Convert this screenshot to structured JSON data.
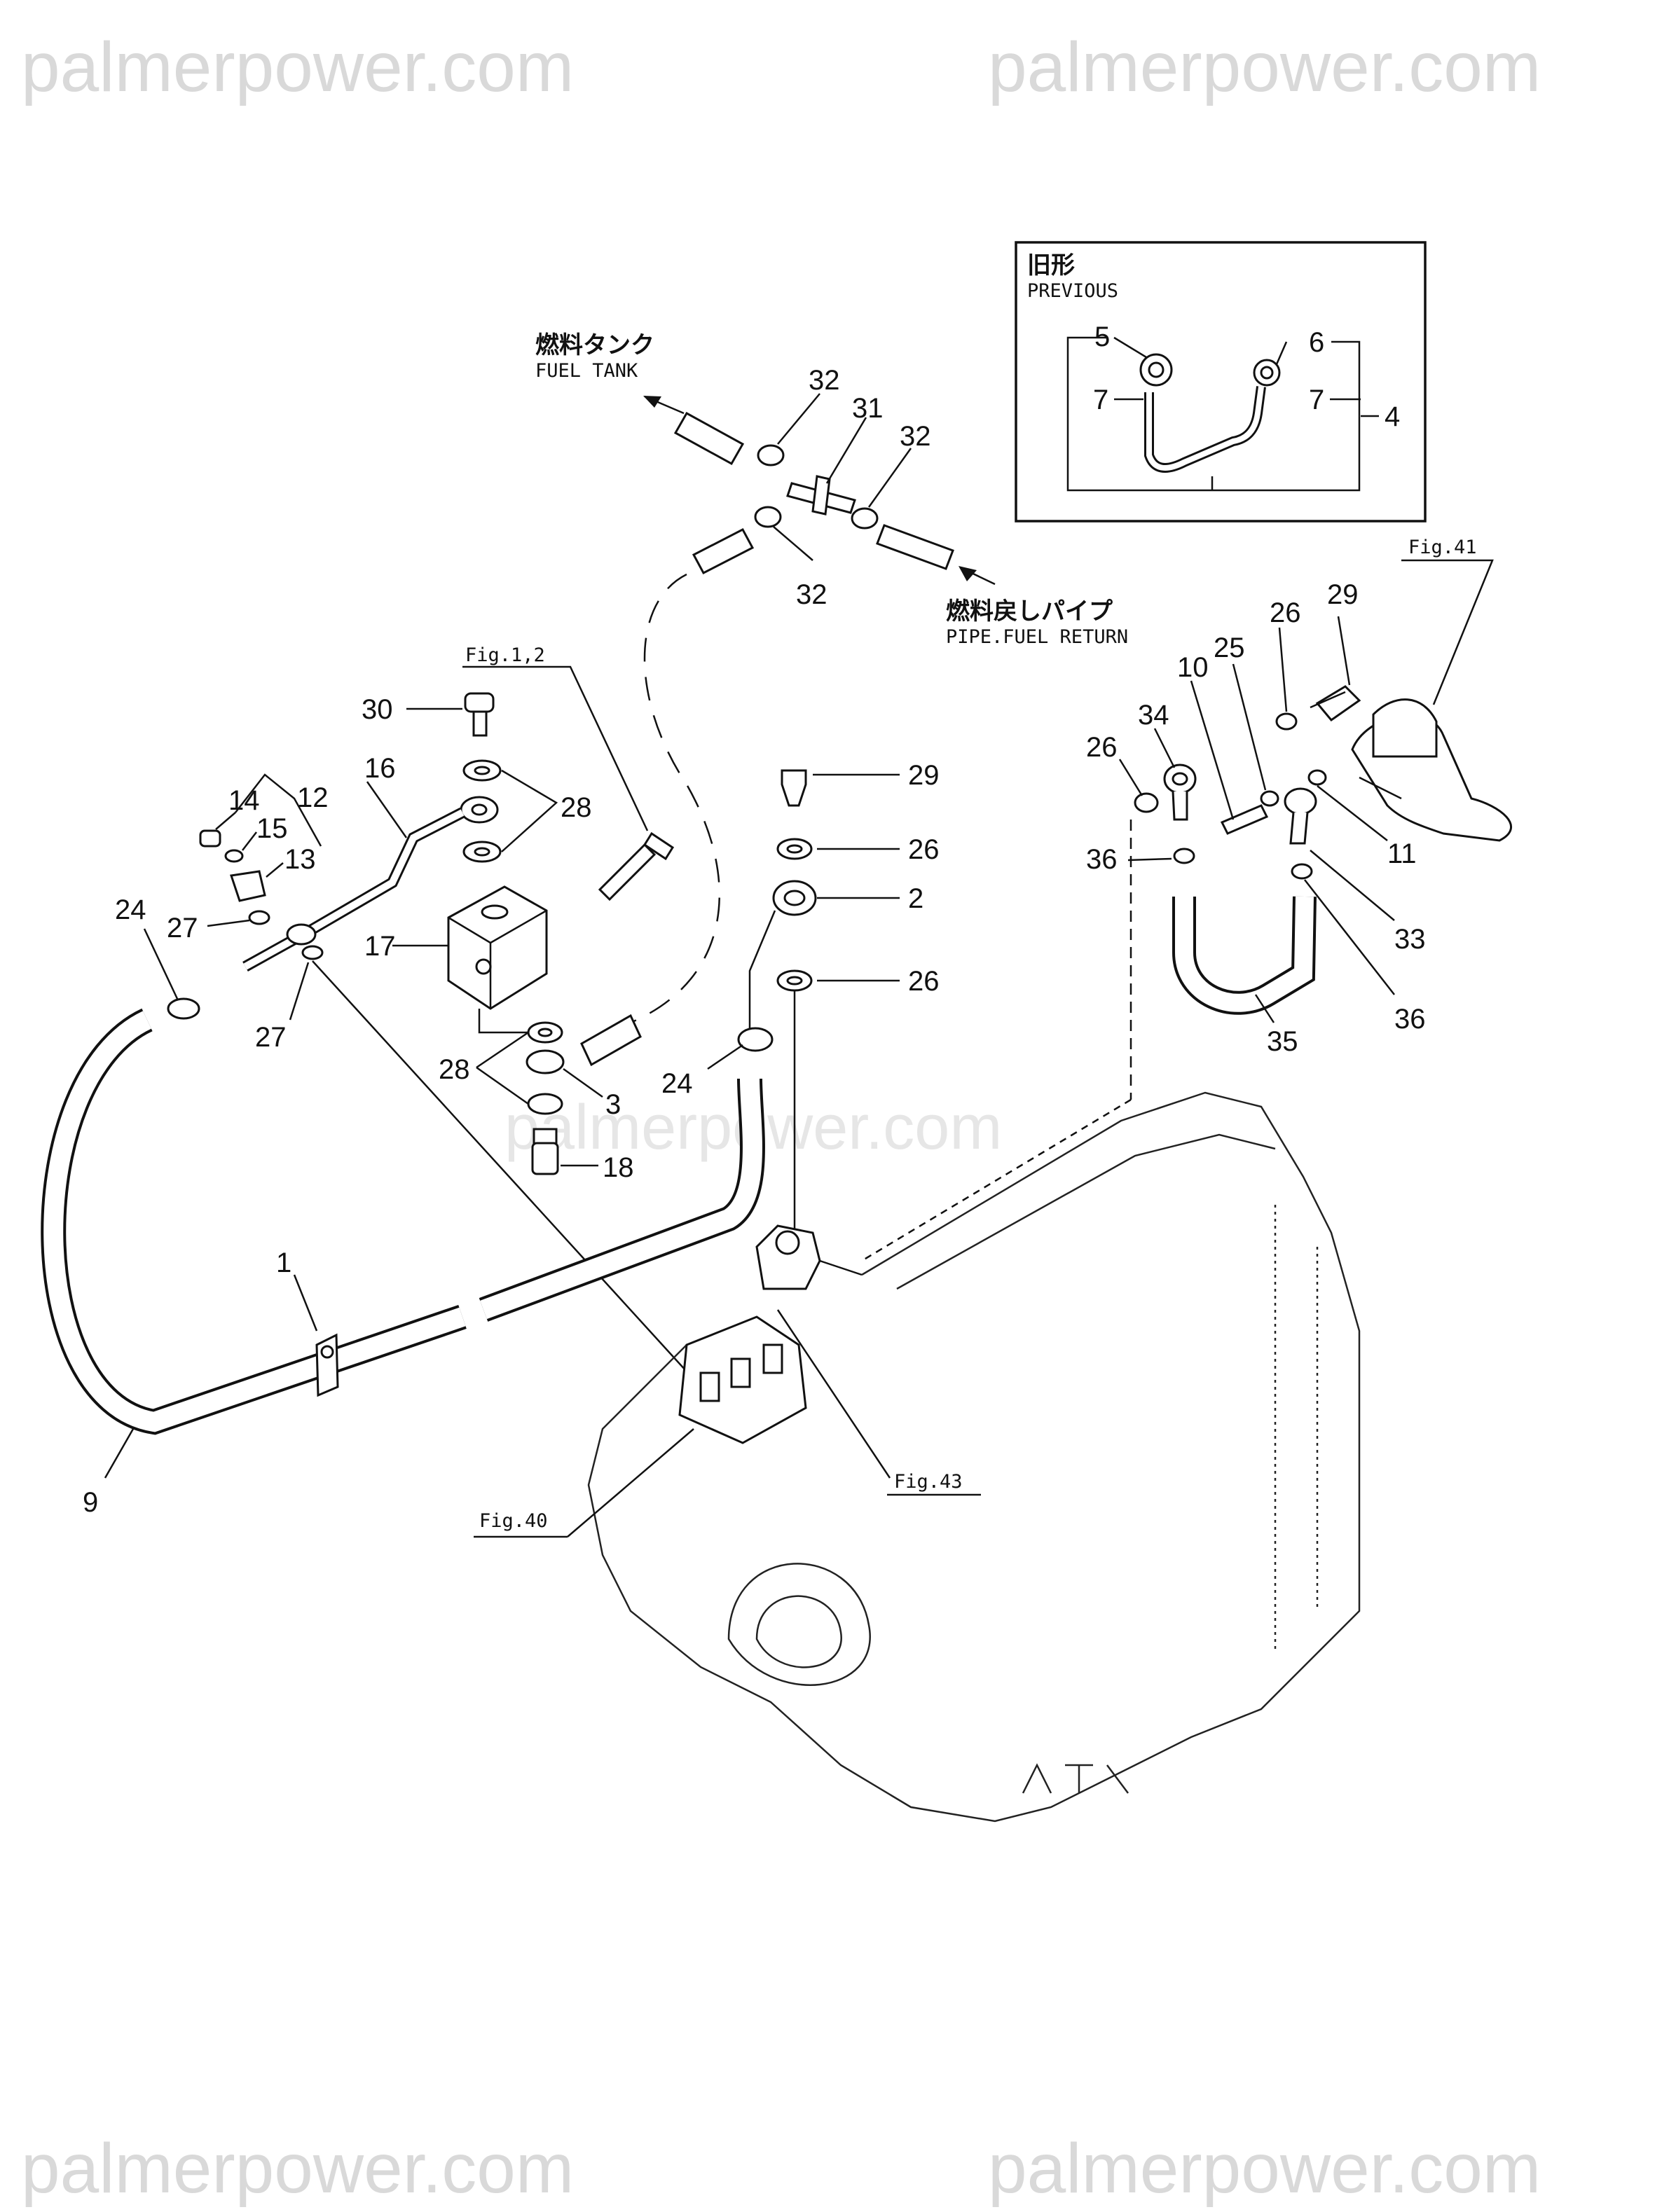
{
  "watermark": {
    "text": "palmerpower.com",
    "center_text": "palmerpower.com"
  },
  "inset": {
    "title_jp": "旧形",
    "title_en": "PREVIOUS",
    "labels": [
      "5",
      "6",
      "7",
      "7",
      "4"
    ]
  },
  "destinations": {
    "fuel_tank_jp": "燃料タンク",
    "fuel_tank_en": "FUEL TANK",
    "fuel_return_jp": "燃料戻しパイプ",
    "fuel_return_en": "PIPE.FUEL RETURN"
  },
  "figure_refs": {
    "fig41": "Fig.41",
    "fig12": "Fig.1,2",
    "fig40": "Fig.40",
    "fig43": "Fig.43"
  },
  "parts": {
    "p1": "1",
    "p2": "2",
    "p3": "3",
    "p9": "9",
    "p10": "10",
    "p11": "11",
    "p12": "12",
    "p13": "13",
    "p14": "14",
    "p15": "15",
    "p16": "16",
    "p17": "17",
    "p18": "18",
    "p24a": "24",
    "p24b": "24",
    "p25": "25",
    "p26a": "26",
    "p26b": "26",
    "p26c": "26",
    "p26d": "26",
    "p27a": "27",
    "p27b": "27",
    "p28a": "28",
    "p28b": "28",
    "p29a": "29",
    "p29b": "29",
    "p30": "30",
    "p31": "31",
    "p32a": "32",
    "p32b": "32",
    "p32c": "32",
    "p33": "33",
    "p34": "34",
    "p35": "35",
    "p36a": "36",
    "p36b": "36"
  }
}
